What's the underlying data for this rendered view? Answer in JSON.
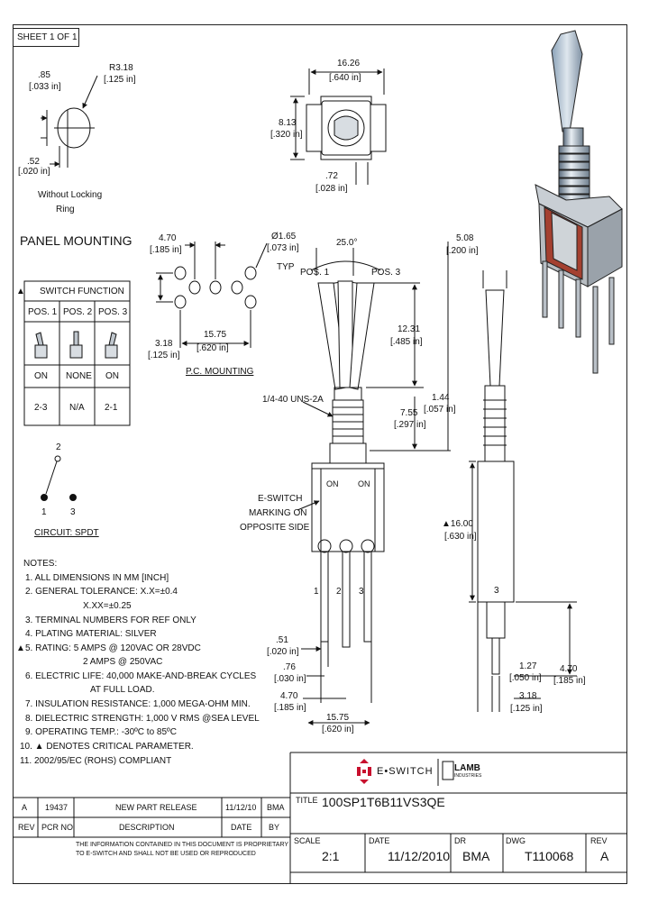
{
  "sheet": "SHEET 1 OF 1",
  "mount_hole": {
    "dia_mm": ".85",
    "dia_in": "[.033 in]",
    "radius_mm": "R3.18",
    "radius_in": "[.125 in]",
    "width_mm": ".52",
    "width_in": "[.020 in]",
    "note_line1": "Without Locking",
    "note_line2": "Ring",
    "heading": "PANEL MOUNTING"
  },
  "top_view": {
    "width_mm": "16.26",
    "width_in": "[.640 in]",
    "height_mm": "8.13",
    "height_in": "[.320 in]",
    "tab_mm": ".72",
    "tab_in": "[.028 in]"
  },
  "pc_mount": {
    "pitch_mm": "4.70",
    "pitch_in": "[.185 in]",
    "hole_mm": "Ø1.65",
    "hole_in": "[.073 in]",
    "typ": "TYP",
    "offset_mm": "3.18",
    "offset_in": "[.125 in]",
    "span_mm": "15.75",
    "span_in": "[.620 in]",
    "heading": "P.C. MOUNTING"
  },
  "switch_function": {
    "title": "SWITCH FUNCTION",
    "headers": [
      "POS. 1",
      "POS. 2",
      "POS. 3"
    ],
    "states": [
      "ON",
      "NONE",
      "ON"
    ],
    "connections": [
      "2-3",
      "N/A",
      "2-1"
    ]
  },
  "circuit": {
    "t2": "2",
    "t1": "1",
    "t3": "3",
    "label": "CIRCUIT: SPDT"
  },
  "front_view": {
    "angle": "25.0°",
    "pos1": "POS. 1",
    "pos3": "POS. 3",
    "lever_mm": "12.31",
    "lever_in": "[.485 in]",
    "thread": "1/4-40 UNS-2A",
    "bushing_mm": "7.55",
    "bushing_in": "[.297 in]",
    "marking1": "E-SWITCH",
    "marking2": "MARKING ON",
    "marking3": "OPPOSITE SIDE",
    "on_left": "ON",
    "on_right": "ON",
    "pin1": "1",
    "pin2": "2",
    "pin3": "3",
    "pin_w_mm": ".51",
    "pin_w_in": "[.020 in]",
    "pin_t_mm": ".76",
    "pin_t_in": "[.030 in]",
    "pitch_mm": "4.70",
    "pitch_in": "[.185 in]",
    "span_mm": "15.75",
    "span_in": "[.620 in]"
  },
  "side_view": {
    "lever_dia_mm": "5.08",
    "lever_dia_in": "[.200 in]",
    "collar_mm": "1.44",
    "collar_in": "[.057 in]",
    "body_mm": "▲16.00",
    "body_in": "[.630 in]",
    "pin": "3",
    "pin_len_mm": "4.70",
    "pin_len_in": "[.185 in]",
    "pin_w_mm": "1.27",
    "pin_w_in": "[.050 in]",
    "pin_off_mm": "3.18",
    "pin_off_in": "[.125 in]"
  },
  "notes": {
    "title": "NOTES:",
    "lines": [
      "1. ALL DIMENSIONS IN MM [INCH]",
      "2. GENERAL TOLERANCE: X.X=±0.4",
      "X.XX=±0.25",
      "3. TERMINAL NUMBERS FOR REF ONLY",
      "4. PLATING MATERIAL: SILVER",
      "5. RATING: 5 AMPS @ 120VAC OR 28VDC",
      "2 AMPS @ 250VAC",
      "6. ELECTRIC LIFE: 40,000 MAKE-AND-BREAK CYCLES",
      "AT FULL LOAD.",
      "7. INSULATION RESISTANCE: 1,000 MEGA-OHM MIN.",
      "8. DIELECTRIC STRENGTH: 1,000 V RMS @SEA LEVEL",
      "9. OPERATING TEMP.: -30ºC to 85ºC",
      "10. ▲ DENOTES CRITICAL PARAMETER.",
      "11. 2002/95/EC (ROHS) COMPLIANT"
    ]
  },
  "logo": {
    "brand": "E•SWITCH",
    "lamb1": "LAMB",
    "lamb2": "INDUSTRIES"
  },
  "revision_table": {
    "row": {
      "rev": "A",
      "pcr": "19437",
      "desc": "NEW PART RELEASE",
      "date": "11/12/10",
      "by": "BMA"
    },
    "headers": {
      "rev": "REV",
      "pcr": "PCR NO",
      "desc": "DESCRIPTION",
      "date": "DATE",
      "by": "BY"
    }
  },
  "disclaimer": {
    "line1": "THE INFORMATION CONTAINED IN THIS DOCUMENT IS PROPRIETARY",
    "line2": "TO E-SWITCH AND SHALL NOT BE USED OR REPRODUCED"
  },
  "title_block": {
    "title_label": "TITLE",
    "title": "100SP1T6B11VS3QE",
    "scale_label": "SCALE",
    "scale": "2:1",
    "date_label": "DATE",
    "date": "11/12/2010",
    "dr_label": "DR",
    "dr": "BMA",
    "dwg_label": "DWG",
    "dwg": "T110068",
    "rev_label": "REV",
    "rev": "A"
  }
}
